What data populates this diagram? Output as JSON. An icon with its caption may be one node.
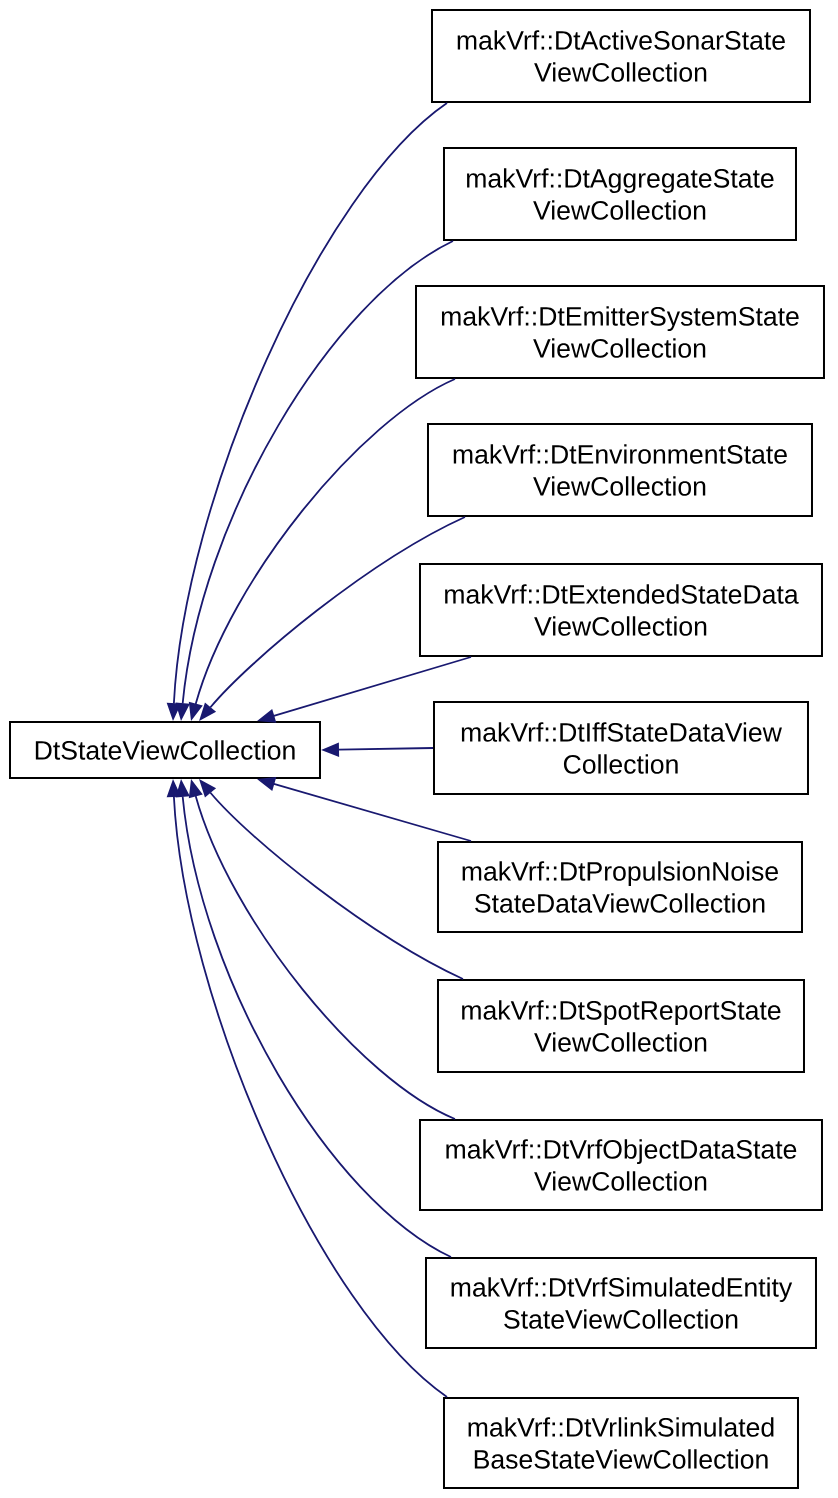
{
  "diagram": {
    "nodes": [
      {
        "text": [
          "DtStateViewCollection"
        ]
      },
      {
        "text": [
          "makVrf::DtActiveSonarState ViewCollection"
        ]
      },
      {
        "text": [
          "makVrf::DtAggregateState ViewCollection"
        ]
      },
      {
        "text": [
          "makVrf::DtEmitterSystemState ViewCollection"
        ]
      },
      {
        "text": [
          "makVrf::DtEnvironmentState ViewCollection"
        ]
      },
      {
        "text": [
          "makVrf::DtExtendedStateData ViewCollection"
        ]
      },
      {
        "text": [
          "makVrf::DtIffStateDataView Collection"
        ]
      },
      {
        "text": [
          "makVrf::DtPropulsionNoise StateDataViewCollection"
        ]
      },
      {
        "text": [
          "makVrf::DtSpotReportState ViewCollection"
        ]
      },
      {
        "text": [
          "makVrf::DtVrfObjectDataState ViewCollection"
        ]
      },
      {
        "text": [
          "makVrf::DtVrfSimulatedEntity StateViewCollection"
        ]
      },
      {
        "text": [
          "makVrf::DtVrlinkSimulated BaseStateViewCollection"
        ]
      }
    ],
    "edges": [
      {
        "from": 1,
        "to": 0,
        "arrow": "to"
      },
      {
        "from": 2,
        "to": 0,
        "arrow": "to"
      },
      {
        "from": 3,
        "to": 0,
        "arrow": "to"
      },
      {
        "from": 4,
        "to": 0,
        "arrow": "to"
      },
      {
        "from": 5,
        "to": 0,
        "arrow": "to"
      },
      {
        "from": 6,
        "to": 0,
        "arrow": "to"
      },
      {
        "from": 7,
        "to": 0,
        "arrow": "to"
      },
      {
        "from": 8,
        "to": 0,
        "arrow": "to"
      },
      {
        "from": 9,
        "to": 0,
        "arrow": "to"
      },
      {
        "from": 10,
        "to": 0,
        "arrow": "to"
      },
      {
        "from": 11,
        "to": 0,
        "arrow": "to"
      }
    ]
  }
}
